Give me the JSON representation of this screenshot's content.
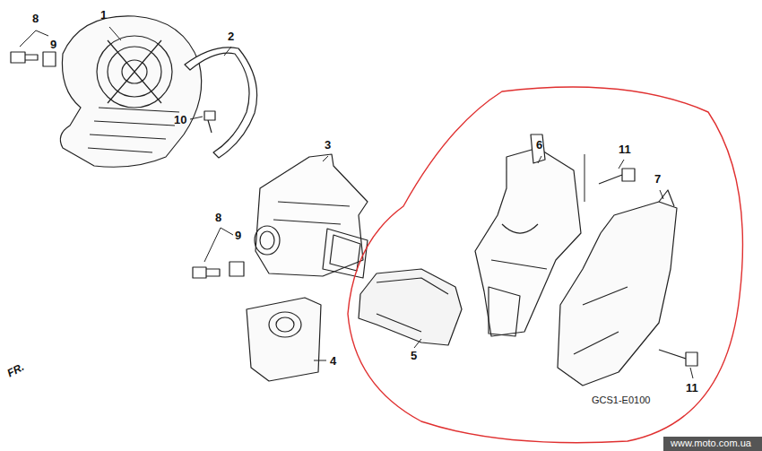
{
  "diagram": {
    "labels": [
      "8",
      "9",
      "1",
      "2",
      "10",
      "3",
      "8",
      "9",
      "4",
      "6",
      "11",
      "7",
      "5",
      "11",
      "GCS1-E0100",
      "FR.",
      "www.moto.com.ua"
    ]
  }
}
